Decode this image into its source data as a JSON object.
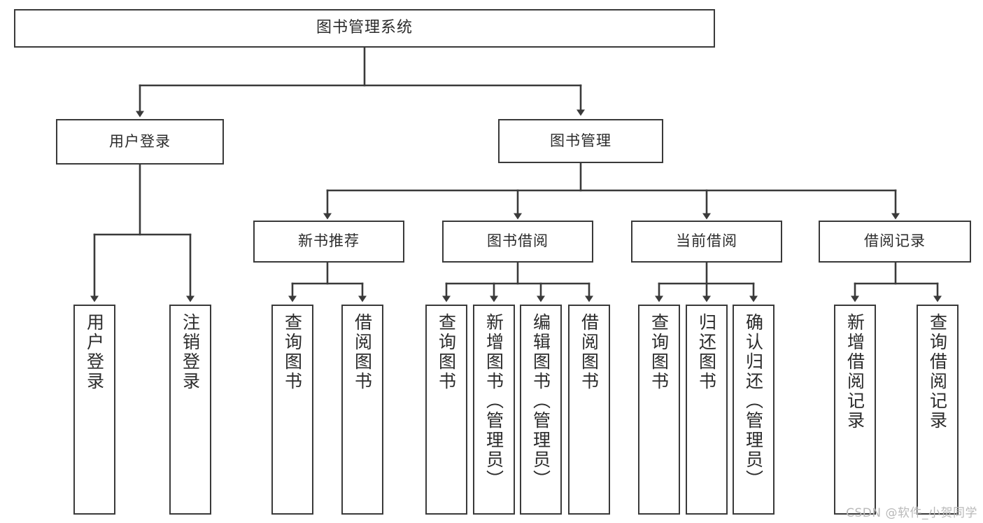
{
  "diagram": {
    "title": "图书管理系统",
    "watermark": "CSDN @软件_小贺同学",
    "line_color": "#3a3a3a",
    "background": "#ffffff",
    "text_color": "#2b2b2b",
    "root": {
      "label": "图书管理系统"
    },
    "level1": [
      {
        "label": "用户登录"
      },
      {
        "label": "图书管理"
      }
    ],
    "level2": [
      {
        "label": "新书推荐"
      },
      {
        "label": "图书借阅"
      },
      {
        "label": "当前借阅"
      },
      {
        "label": "借阅记录"
      }
    ],
    "leaves": {
      "user_login": [
        {
          "label": "用户登录"
        },
        {
          "label": "注销登录"
        }
      ],
      "new_book": [
        {
          "label": "查询图书"
        },
        {
          "label": "借阅图书"
        }
      ],
      "borrow": [
        {
          "label": "查询图书"
        },
        {
          "label": "新增图书（管理员）"
        },
        {
          "label": "编辑图书（管理员）"
        },
        {
          "label": "借阅图书"
        }
      ],
      "current": [
        {
          "label": "查询图书"
        },
        {
          "label": "归还图书"
        },
        {
          "label": "确认归还（管理员）"
        }
      ],
      "record": [
        {
          "label": "新增借阅记录"
        },
        {
          "label": "查询借阅记录"
        }
      ]
    }
  }
}
